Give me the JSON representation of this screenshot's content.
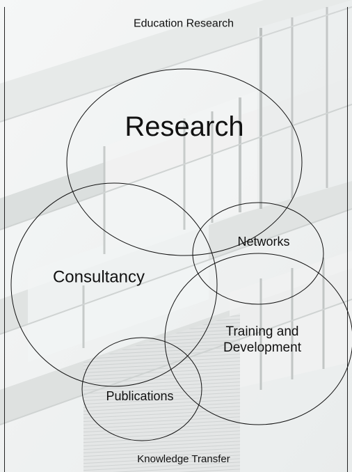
{
  "diagram": {
    "top_label": "Education Research",
    "bottom_label": "Knowledge Transfer",
    "circles": [
      {
        "label": "Research"
      },
      {
        "label": "Consultancy"
      },
      {
        "label": "Networks"
      },
      {
        "label": "Training and\nDevelopment"
      },
      {
        "label": "Publications"
      }
    ]
  }
}
